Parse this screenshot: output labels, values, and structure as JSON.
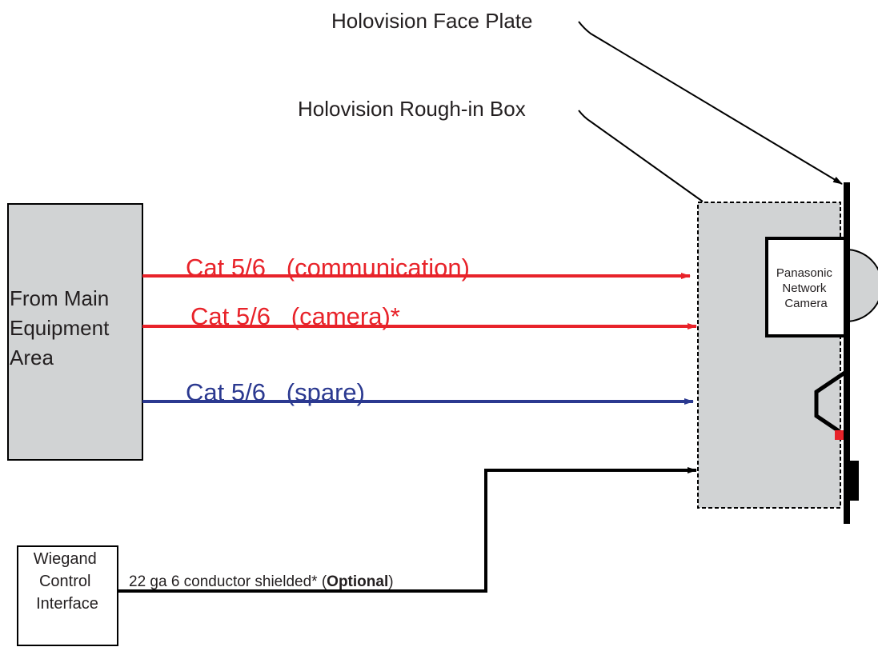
{
  "callouts": {
    "face_plate": "Holovision Face Plate",
    "rough_in_box": "Holovision Rough-in Box"
  },
  "source_box": {
    "lines": [
      "From Main",
      "Equipment",
      "Area"
    ]
  },
  "cables": {
    "communication": "Cat 5/6   (communication)",
    "camera": "Cat 5/6   (camera)*",
    "spare": "Cat 5/6   (spare)",
    "wiegand_cable_prefix": "22 ga 6 conductor shielded* (",
    "wiegand_cable_bold": "Optional",
    "wiegand_cable_suffix": ")"
  },
  "camera_box": {
    "lines": [
      "Panasonic",
      "Network",
      "Camera"
    ]
  },
  "wiegand_box": {
    "lines": [
      "Wiegand",
      "Control",
      "Interface"
    ]
  },
  "colors": {
    "red_cable": "#e8232a",
    "blue_cable": "#2b3990",
    "box_fill": "#d1d3d4",
    "line": "#000000"
  }
}
